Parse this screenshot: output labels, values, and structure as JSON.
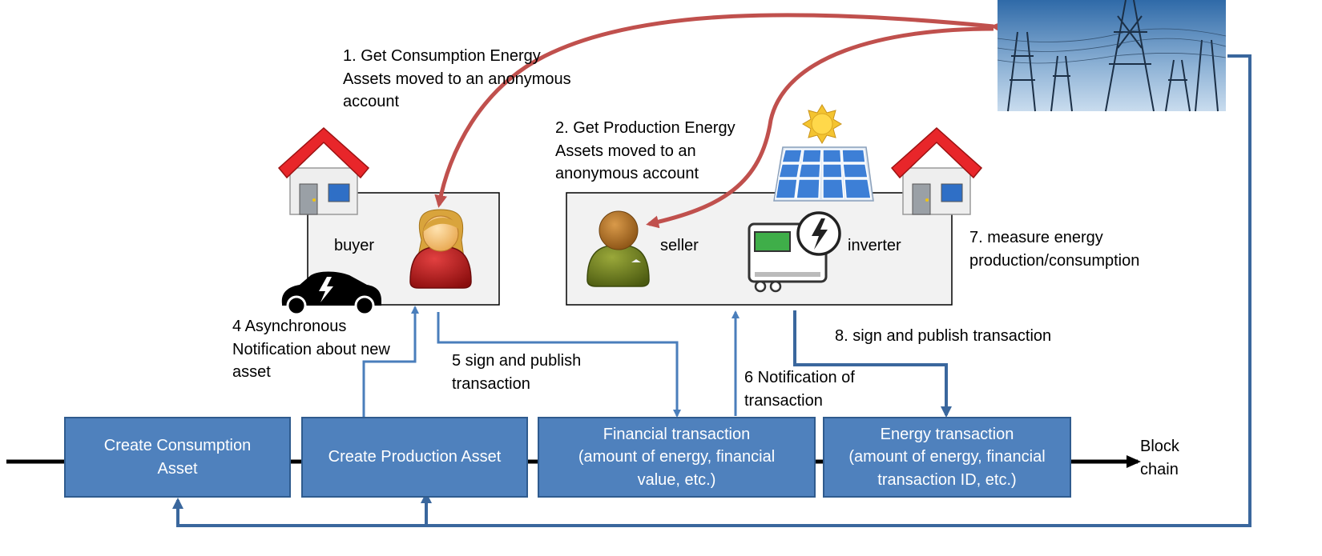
{
  "labels": {
    "step1": "1. Get Consumption Energy\nAssets moved to an anonymous\naccount",
    "step2": "2. Get Production Energy\nAssets moved to an\nanonymous account",
    "buyer": "buyer",
    "seller": "seller",
    "inverter": "inverter",
    "step7": "7. measure energy\nproduction/consumption",
    "step4": "4 Asynchronous\nNotification about new\nasset",
    "step5": "5 sign and publish\ntransaction",
    "step6": "6 Notification of\ntransaction",
    "step8": "8. sign and publish transaction",
    "blockchain": "Block\nchain"
  },
  "blocks": [
    "Create Consumption\nAsset",
    "Create Production Asset",
    "Financial transaction\n(amount of energy, financial\nvalue, etc.)",
    "Energy transaction\n(amount of energy, financial\ntransaction ID, etc.)"
  ],
  "colors": {
    "block_fill": "#4f81bd",
    "flow_arrow": "#4a7ebb",
    "grid_arrow": "#c0504d",
    "roof": "#e8262a",
    "panel": "#3d7fd6"
  },
  "icons": [
    "house-icon",
    "woman-user-icon",
    "man-user-icon",
    "electric-car-icon",
    "solar-panel-icon",
    "sun-icon",
    "smart-meter-icon",
    "power-grid-photo"
  ]
}
